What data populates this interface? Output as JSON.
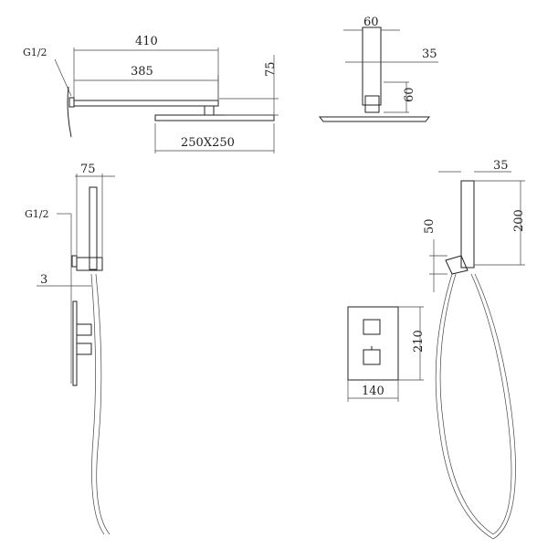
{
  "drawing": {
    "shower_head_side": {
      "thread": "G1/2",
      "arm_total": "410",
      "arm_length": "385",
      "height": "75",
      "head_size": "250X250"
    },
    "shower_head_front": {
      "width": "60",
      "arm_depth": "35",
      "mount_height": "60"
    },
    "hand_holder_side": {
      "thread": "G1/2",
      "width": "75",
      "wall_gap": "3"
    },
    "hand_shower": {
      "depth": "35",
      "length": "200",
      "holder": "50"
    },
    "valve_plate": {
      "height": "210",
      "width": "140"
    }
  }
}
